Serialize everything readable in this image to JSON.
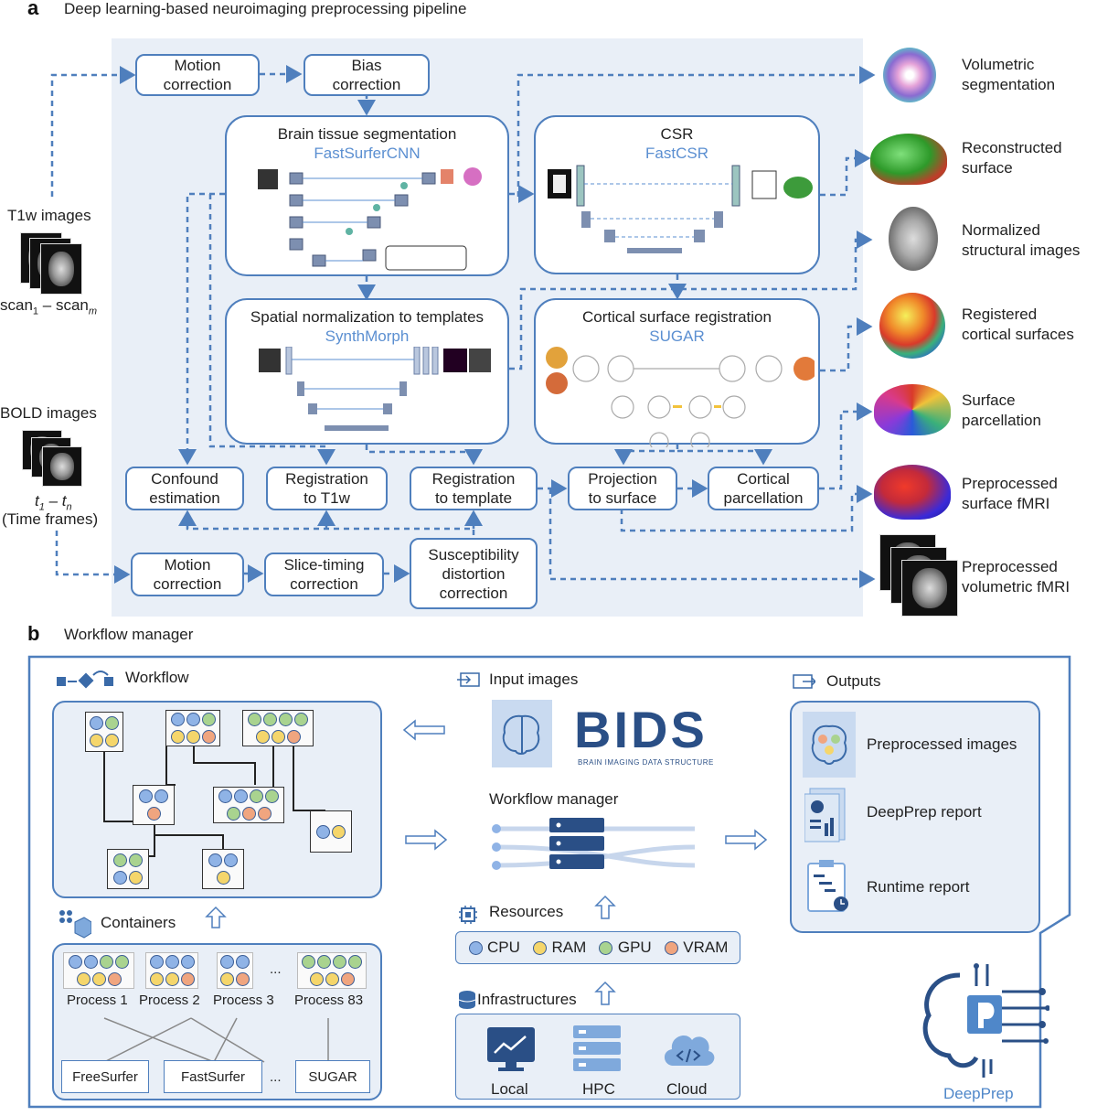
{
  "panel_a": {
    "letter": "a",
    "title": "Deep learning-based neuroimaging preprocessing pipeline",
    "inputs": {
      "t1w": {
        "label": "T1w images",
        "range_main": "scan",
        "range_sub1": "1",
        "range_dash": " – scan",
        "range_sub2": "m"
      },
      "bold": {
        "label": "BOLD images",
        "range_main": "t",
        "range_sub1": "1",
        "range_dash": " – t",
        "range_sub2": "n",
        "note": "(Time frames)"
      }
    },
    "boxes": {
      "motion_t1": "Motion\ncorrection",
      "bias": "Bias\ncorrection",
      "confound": "Confound\nestimation",
      "reg_t1w": "Registration\nto T1w",
      "reg_template": "Registration\nto template",
      "projection": "Projection\nto surface",
      "cort_parc": "Cortical\nparcellation",
      "motion_bold": "Motion\ncorrection",
      "slice_timing": "Slice-timing\ncorrection",
      "susceptibility": "Susceptibility\ndistortion\ncorrection"
    },
    "modules": {
      "seg": {
        "title": "Brain tissue segmentation",
        "model": "FastSurferCNN"
      },
      "csr": {
        "title": "CSR",
        "model": "FastCSR"
      },
      "norm": {
        "title": "Spatial normalization to templates",
        "model": "SynthMorph"
      },
      "reg": {
        "title": "Cortical surface registration",
        "model": "SUGAR"
      }
    },
    "outputs": [
      "Volumetric\nsegmentation",
      "Reconstructed\nsurface",
      "Normalized\nstructural images",
      "Registered\ncortical surfaces",
      "Surface\nparcellation",
      "Preprocessed\nsurface fMRI",
      "Preprocessed\nvolumetric fMRI"
    ]
  },
  "panel_b": {
    "letter": "b",
    "title": "Workflow manager",
    "workflow_title": "Workflow",
    "containers_title": "Containers",
    "processes": [
      "Process 1",
      "Process 2",
      "Process 3",
      "...",
      "Process 83"
    ],
    "tools": [
      "FreeSurfer",
      "FastSurfer",
      "...",
      "SUGAR"
    ],
    "input_title": "Input images",
    "bids_logo": "BIDS",
    "bids_sub": "BRAIN IMAGING DATA STRUCTURE",
    "manager_title": "Workflow manager",
    "resources_title": "Resources",
    "resources": [
      {
        "label": "CPU",
        "color": "#8fb3e6"
      },
      {
        "label": "RAM",
        "color": "#f5d66b"
      },
      {
        "label": "GPU",
        "color": "#a9d38f"
      },
      {
        "label": "VRAM",
        "color": "#f0a57f"
      }
    ],
    "infra_title": "Infrastructures",
    "infra": [
      "Local",
      "HPC",
      "Cloud"
    ],
    "outputs_title": "Outputs",
    "outputs": [
      "Preprocessed images",
      "DeepPrep report",
      "Runtime report"
    ],
    "logo_text": "DeepPrep"
  }
}
